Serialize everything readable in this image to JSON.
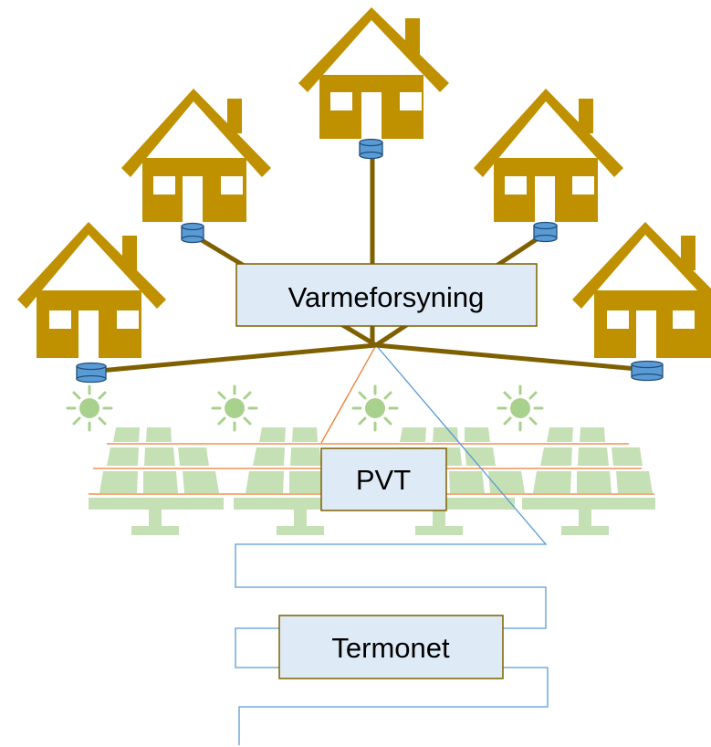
{
  "labels": {
    "supply": "Varmeforsyning",
    "pvt": "PVT",
    "grid": "Termonet"
  },
  "colors": {
    "house": "#BF9000",
    "pipe": "#7F6000",
    "meter": "#5B9BD5",
    "meter_stroke": "#1F4E79",
    "panel": "#C5E0B4",
    "sun": "#A9D18E",
    "orange_line": "#ED7D31",
    "blue_line": "#5B9BD5",
    "box_fill": "#DEEBF7",
    "box_stroke": "#7F6000"
  },
  "icons": [
    "house-icon",
    "heat-meter-icon",
    "sun-icon",
    "solar-panel-icon"
  ]
}
